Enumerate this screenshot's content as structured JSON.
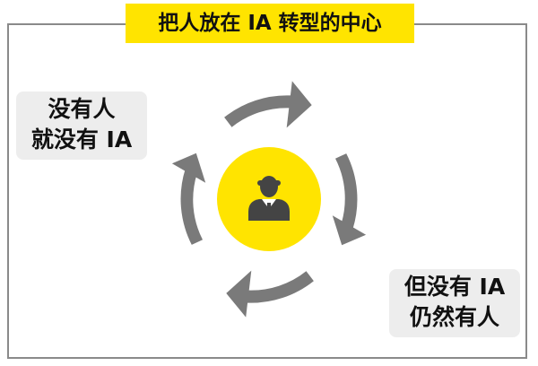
{
  "title": "把人放在 IA 转型的中心",
  "notes": {
    "left": {
      "line1": "没有人",
      "line2": "就没有 IA"
    },
    "right": {
      "line1": "但没有 IA",
      "line2": "仍然有人"
    }
  },
  "center_icon": "person-in-suit-icon",
  "colors": {
    "accent": "#FFE400",
    "arrow": "#7a7a7a",
    "frame": "#8a8a8a",
    "note_bg": "#ededed",
    "icon": "#444444"
  }
}
